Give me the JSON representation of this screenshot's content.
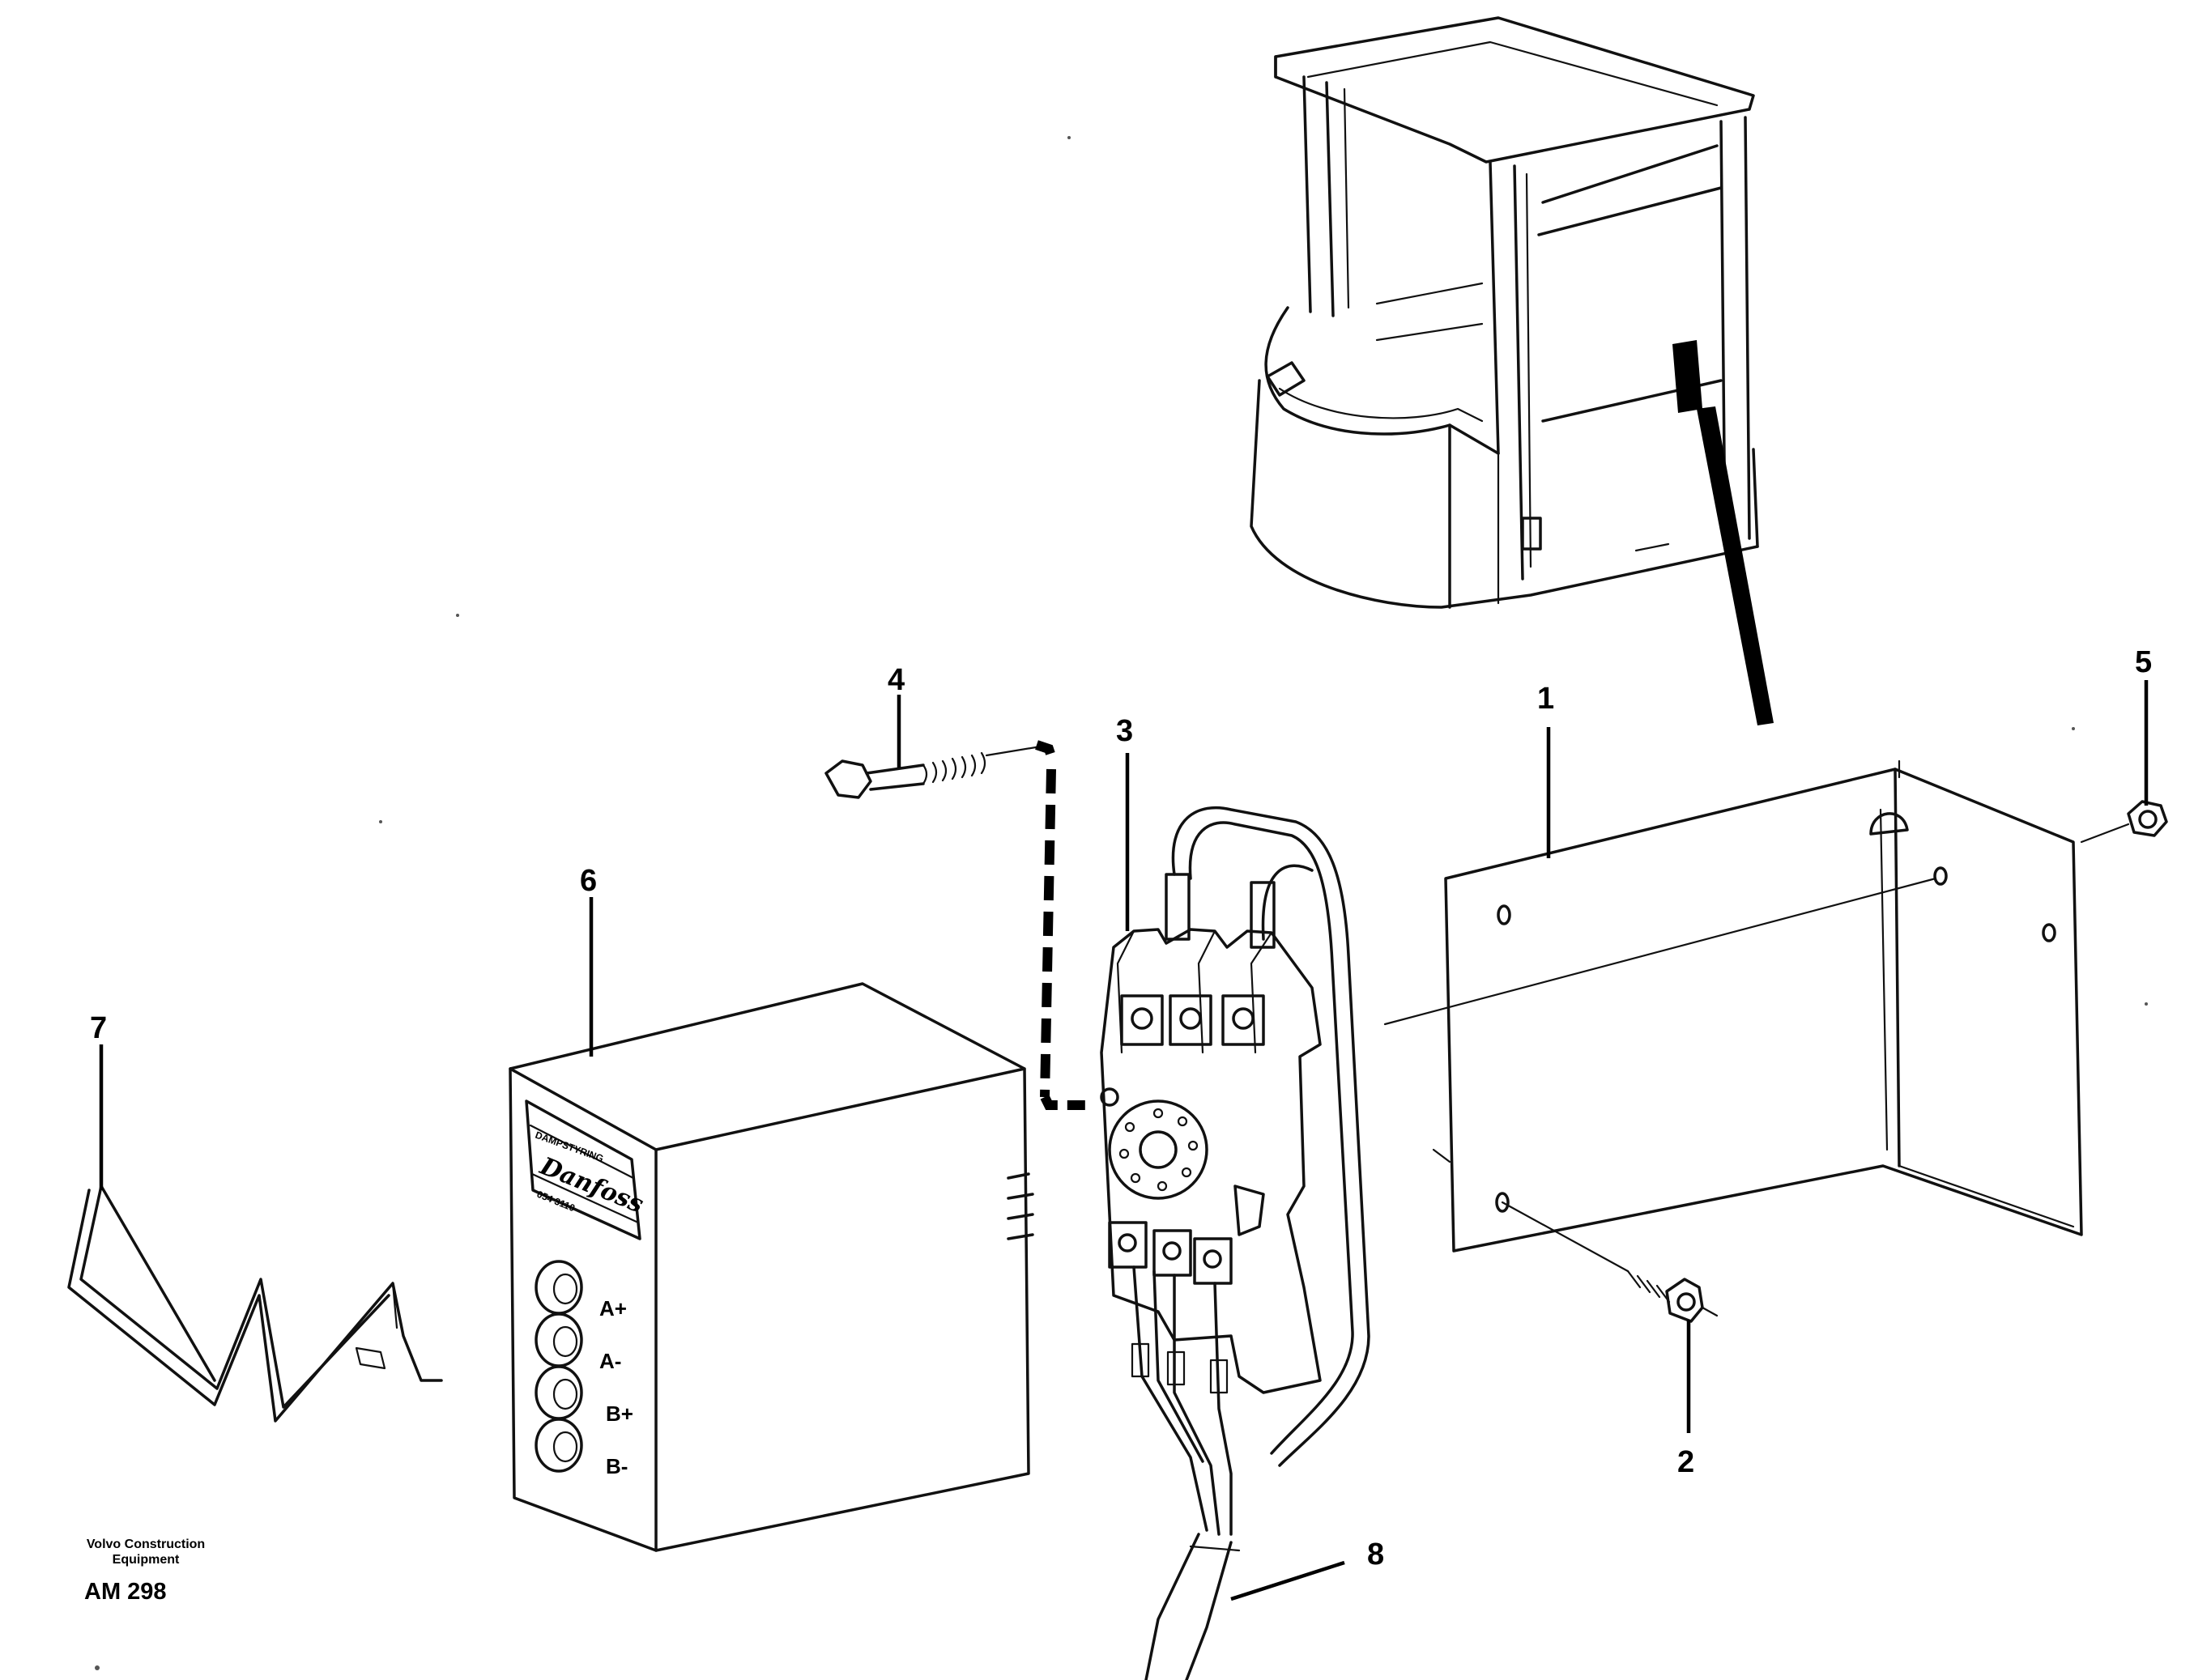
{
  "credit": {
    "line1": "Volvo Construction",
    "line2": "Equipment",
    "code": "AM 298"
  },
  "callouts": [
    {
      "id": "1",
      "label": "1"
    },
    {
      "id": "2",
      "label": "2"
    },
    {
      "id": "3",
      "label": "3"
    },
    {
      "id": "4",
      "label": "4"
    },
    {
      "id": "5",
      "label": "5"
    },
    {
      "id": "6",
      "label": "6"
    },
    {
      "id": "7",
      "label": "7"
    },
    {
      "id": "8",
      "label": "8"
    }
  ],
  "control_unit": {
    "brand": "Danfoss",
    "small_top": "DAMPSTYRING",
    "small_bottom": "054 3110",
    "terminals": [
      "A+",
      "A-",
      "B+",
      "B-"
    ]
  },
  "icons": {
    "cab": "cab-icon",
    "bracket": "bracket-icon",
    "relay_socket": "relay-socket-icon",
    "control_unit": "control-unit-icon",
    "retaining_spring": "retaining-spring-icon",
    "bolt": "bolt-icon",
    "nut": "nut-icon",
    "cable": "cable-icon"
  }
}
